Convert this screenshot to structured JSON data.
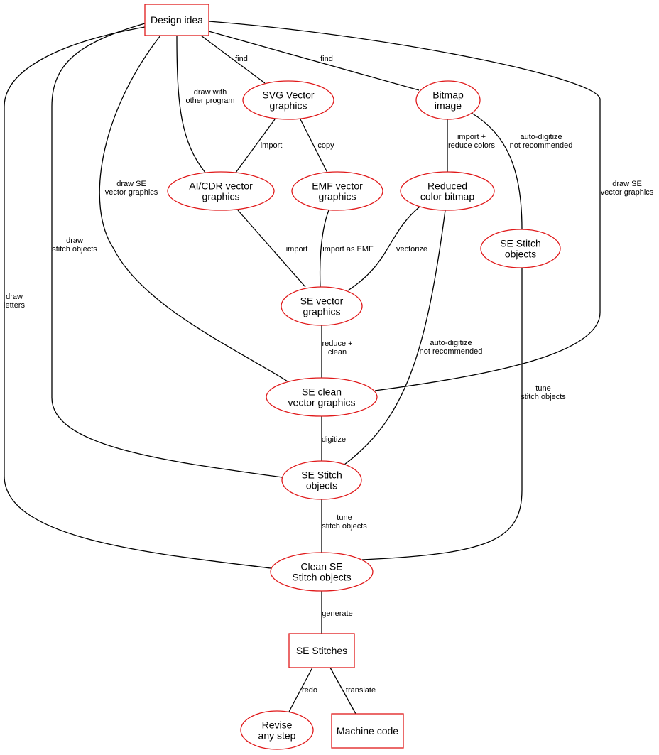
{
  "colors": {
    "node_border": "#e0191a",
    "edge": "#000000",
    "text": "#000000",
    "background": "#ffffff"
  },
  "nodes": {
    "design_idea": {
      "shape": "box",
      "lines": [
        "Design idea"
      ]
    },
    "svg": {
      "shape": "ellipse",
      "lines": [
        "SVG Vector",
        "graphics"
      ]
    },
    "bitmap": {
      "shape": "ellipse",
      "lines": [
        "Bitmap",
        "image"
      ]
    },
    "aicdr": {
      "shape": "ellipse",
      "lines": [
        "AI/CDR vector",
        "graphics"
      ]
    },
    "emf": {
      "shape": "ellipse",
      "lines": [
        "EMF vector",
        "graphics"
      ]
    },
    "reduced": {
      "shape": "ellipse",
      "lines": [
        "Reduced",
        "color bitmap"
      ]
    },
    "stitch_right": {
      "shape": "ellipse",
      "lines": [
        "SE Stitch",
        "objects"
      ]
    },
    "se_vector": {
      "shape": "ellipse",
      "lines": [
        "SE vector",
        "graphics"
      ]
    },
    "se_clean": {
      "shape": "ellipse",
      "lines": [
        "SE clean",
        "vector graphics"
      ]
    },
    "stitch_center": {
      "shape": "ellipse",
      "lines": [
        "SE Stitch",
        "objects"
      ]
    },
    "clean_stitch": {
      "shape": "ellipse",
      "lines": [
        "Clean SE",
        "Stitch objects"
      ]
    },
    "se_stitches": {
      "shape": "box",
      "lines": [
        "SE Stitches"
      ]
    },
    "revise": {
      "shape": "ellipse",
      "lines": [
        "Revise",
        "any step"
      ]
    },
    "machine": {
      "shape": "box",
      "lines": [
        "Machine code"
      ]
    }
  },
  "edges": [
    {
      "id": "e1",
      "from": "Design idea",
      "to": "SVG Vector graphics",
      "label": [
        "find"
      ]
    },
    {
      "id": "e2",
      "from": "Design idea",
      "to": "Bitmap image",
      "label": [
        "find"
      ]
    },
    {
      "id": "e3",
      "from": "Design idea",
      "to": "AI/CDR vector graphics",
      "label": [
        "draw with",
        "other program"
      ]
    },
    {
      "id": "e4",
      "from": "SVG Vector graphics",
      "to": "AI/CDR vector graphics",
      "label": [
        "import"
      ]
    },
    {
      "id": "e5",
      "from": "SVG Vector graphics",
      "to": "EMF vector graphics",
      "label": [
        "copy"
      ]
    },
    {
      "id": "e6",
      "from": "Bitmap image",
      "to": "Reduced color bitmap",
      "label": [
        "import +",
        "reduce colors"
      ]
    },
    {
      "id": "e7",
      "from": "Bitmap image",
      "to": "SE Stitch objects",
      "label": [
        "auto-digitize",
        "not recommended"
      ]
    },
    {
      "id": "e8",
      "from": "Design idea",
      "to": "SE clean vector graphics",
      "label": [
        "draw SE",
        "vector graphics"
      ]
    },
    {
      "id": "e9",
      "from": "Design idea",
      "to": "SE clean vector graphics",
      "label": [
        "draw SE",
        "vector graphics"
      ]
    },
    {
      "id": "e10",
      "from": "Design idea",
      "to": "SE Stitch objects",
      "label": [
        "draw",
        "stitch objects"
      ]
    },
    {
      "id": "e11",
      "from": "Design idea",
      "to": "Clean SE Stitch objects",
      "label": [
        "draw",
        "letters"
      ]
    },
    {
      "id": "e12",
      "from": "AI/CDR vector graphics",
      "to": "SE vector graphics",
      "label": [
        "import"
      ]
    },
    {
      "id": "e13",
      "from": "EMF vector graphics",
      "to": "SE vector graphics",
      "label": [
        "import as EMF"
      ]
    },
    {
      "id": "e14",
      "from": "Reduced color bitmap",
      "to": "SE vector graphics",
      "label": [
        "vectorize"
      ]
    },
    {
      "id": "e15",
      "from": "Reduced color bitmap",
      "to": "SE Stitch objects",
      "label": [
        "auto-digitize",
        "not recommended"
      ]
    },
    {
      "id": "e16",
      "from": "SE Stitch objects",
      "to": "Clean SE Stitch objects",
      "label": [
        "tune",
        "stitch objects"
      ]
    },
    {
      "id": "e17",
      "from": "SE vector graphics",
      "to": "SE clean vector graphics",
      "label": [
        "reduce +",
        "clean"
      ]
    },
    {
      "id": "e18",
      "from": "SE clean vector graphics",
      "to": "SE Stitch objects",
      "label": [
        "digitize"
      ]
    },
    {
      "id": "e19",
      "from": "SE Stitch objects",
      "to": "Clean SE Stitch objects",
      "label": [
        "tune",
        "stitch objects"
      ]
    },
    {
      "id": "e20",
      "from": "Clean SE Stitch objects",
      "to": "SE Stitches",
      "label": [
        "generate"
      ]
    },
    {
      "id": "e21",
      "from": "SE Stitches",
      "to": "Revise any step",
      "label": [
        "redo"
      ]
    },
    {
      "id": "e22",
      "from": "SE Stitches",
      "to": "Machine code",
      "label": [
        "translate"
      ]
    }
  ]
}
